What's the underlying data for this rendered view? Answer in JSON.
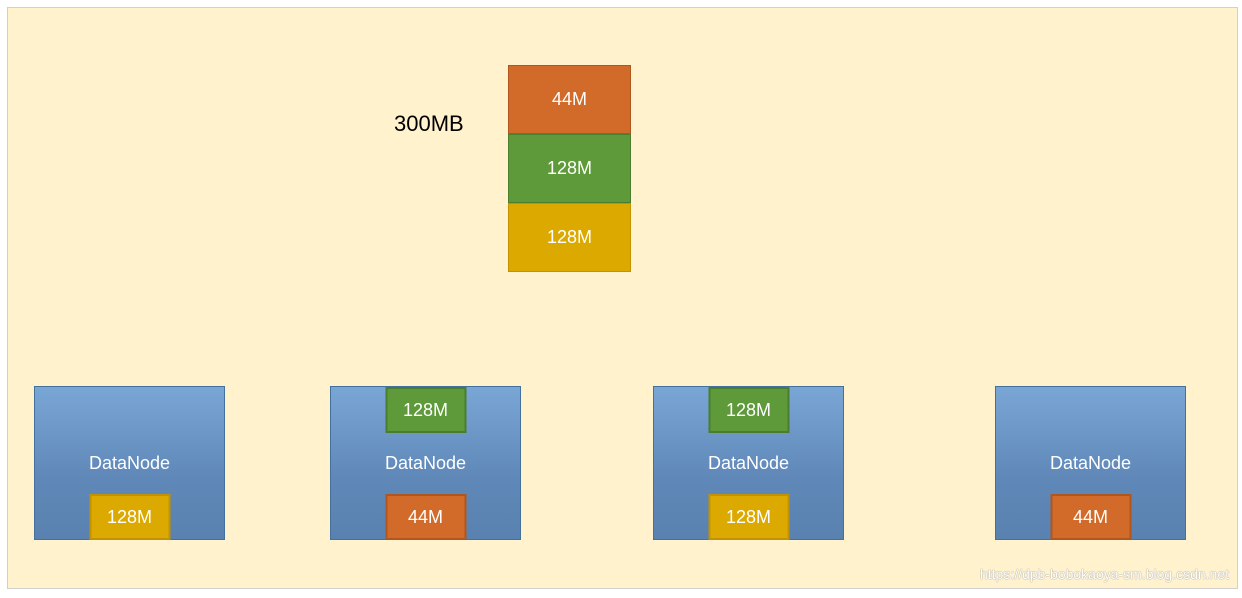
{
  "file": {
    "label": "300MB"
  },
  "stack": [
    {
      "label": "44M",
      "color": "#d26b2a"
    },
    {
      "label": "128M",
      "color": "#5e9a3a"
    },
    {
      "label": "128M",
      "color": "#dca900"
    }
  ],
  "datanodes": [
    {
      "label": "DataNode",
      "top_block": null,
      "bottom_block": "128M"
    },
    {
      "label": "DataNode",
      "top_block": "128M",
      "bottom_block": "44M"
    },
    {
      "label": "DataNode",
      "top_block": "128M",
      "bottom_block": "128M"
    },
    {
      "label": "DataNode",
      "top_block": null,
      "bottom_block": "44M"
    }
  ],
  "colors": {
    "background": "#fff2cc",
    "datanode": "#6690c4",
    "block_44": "#d26b2a",
    "block_128_green": "#5e9a3a",
    "block_128_yellow": "#dca900"
  },
  "watermark": "https://dpb-bobokaoya-sm.blog.csdn.net"
}
